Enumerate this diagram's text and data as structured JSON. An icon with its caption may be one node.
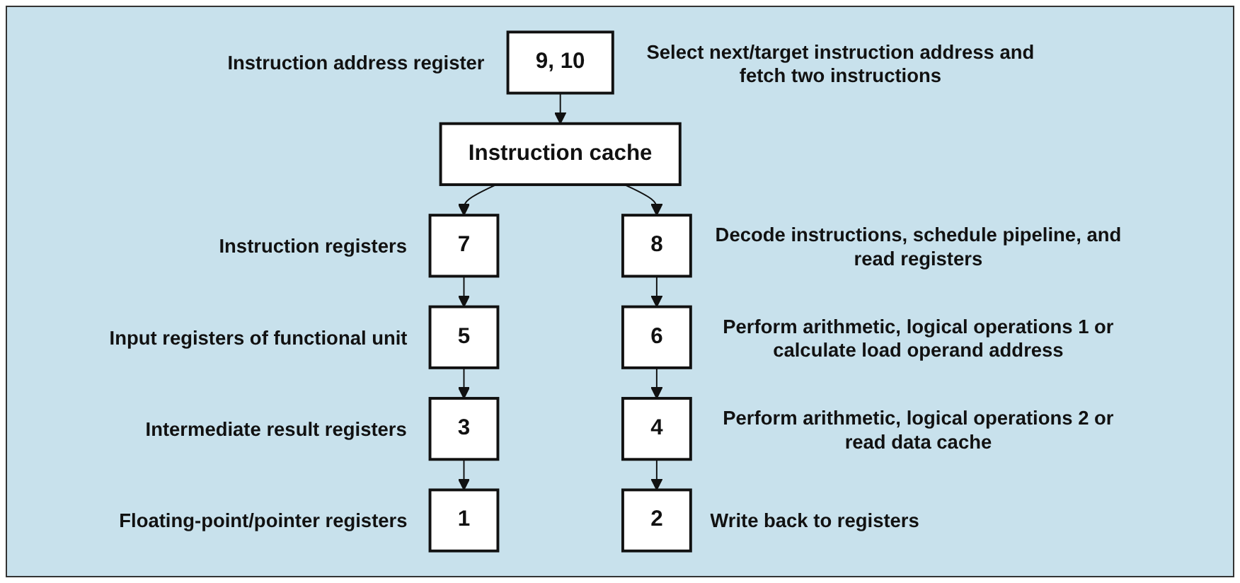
{
  "diagram": {
    "nodes": [
      {
        "text": [
          "9, 10"
        ],
        "beside": [
          "Instruction address register",
          "Select next/target instruction address and fetch two instructions"
        ]
      },
      {
        "text": [
          "Instruction cache"
        ]
      },
      {
        "text": [
          "7"
        ],
        "beside": [
          "Instruction registers"
        ]
      },
      {
        "text": [
          "8"
        ],
        "beside": [
          "Decode instructions, schedule pipeline, and read registers"
        ]
      },
      {
        "text": [
          "5"
        ],
        "beside": [
          "Input registers of functional unit"
        ]
      },
      {
        "text": [
          "6"
        ],
        "beside": [
          "Perform arithmetic, logical operations 1 or calculate load operand address"
        ]
      },
      {
        "text": [
          "3"
        ],
        "beside": [
          "Intermediate result registers"
        ]
      },
      {
        "text": [
          "4"
        ],
        "beside": [
          "Perform arithmetic, logical operations 2 or read data cache"
        ]
      },
      {
        "text": [
          "1"
        ],
        "beside": [
          "Floating-point/pointer registers"
        ]
      },
      {
        "text": [
          "2"
        ],
        "beside": [
          "Write back to registers"
        ]
      }
    ],
    "edges": [
      {
        "from": 0,
        "to": 1,
        "arrow": "to"
      },
      {
        "from": 1,
        "to": 2,
        "arrow": "to"
      },
      {
        "from": 1,
        "to": 3,
        "arrow": "to"
      },
      {
        "from": 2,
        "to": 4,
        "arrow": "to"
      },
      {
        "from": 4,
        "to": 6,
        "arrow": "to"
      },
      {
        "from": 6,
        "to": 8,
        "arrow": "to"
      },
      {
        "from": 3,
        "to": 5,
        "arrow": "to"
      },
      {
        "from": 5,
        "to": 7,
        "arrow": "to"
      },
      {
        "from": 7,
        "to": 9,
        "arrow": "to"
      }
    ]
  }
}
